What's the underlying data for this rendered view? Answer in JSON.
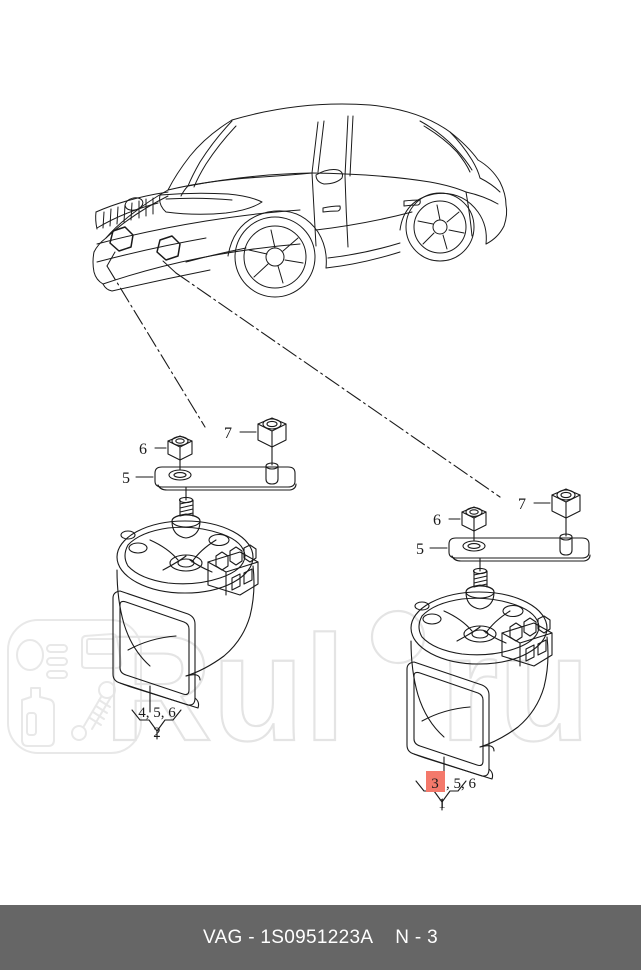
{
  "document": {
    "type": "automotive-parts-diagram",
    "subject": "Signal horn (dual-tone) front bumper mounting",
    "vehicle": "sedan"
  },
  "footer": {
    "brand": "VAG",
    "separator": "-",
    "part_number": "1S0951223A",
    "page_label": "N - 3",
    "full_text": "VAG - 1S0951223A",
    "background_color": "#666666",
    "text_color": "#ffffff"
  },
  "highlight": {
    "color": "#f4796b",
    "highlighted_item": "3"
  },
  "vehicle_view": {
    "name": "sedan-three-quarter-front-view",
    "markers": [
      {
        "id": "horn-location-left",
        "label": ""
      },
      {
        "id": "horn-location-right",
        "label": ""
      }
    ]
  },
  "assemblies": [
    {
      "id": "horn-assembly-left",
      "side": "left",
      "parts": [
        {
          "ref": "5",
          "name": "mounting-bracket"
        },
        {
          "ref": "6",
          "name": "hex-nut-small"
        },
        {
          "ref": "7",
          "name": "hex-nut-large"
        }
      ],
      "group_label": "4, 5, 6",
      "group_items": [
        "4",
        "5",
        "6"
      ],
      "assembly_ref": "2"
    },
    {
      "id": "horn-assembly-right",
      "side": "right",
      "parts": [
        {
          "ref": "5",
          "name": "mounting-bracket"
        },
        {
          "ref": "6",
          "name": "hex-nut-small"
        },
        {
          "ref": "7",
          "name": "hex-nut-large"
        }
      ],
      "group_label_parts": [
        "3",
        ", 5, 6"
      ],
      "group_label": "3, 5, 6",
      "group_items": [
        "3",
        "5",
        "6"
      ],
      "assembly_ref": "1"
    }
  ],
  "labels": {
    "left_bracket_5": "5",
    "left_nut_6": "6",
    "left_nut_7": "7",
    "right_bracket_5": "5",
    "right_nut_6": "6",
    "right_nut_7": "7",
    "left_group": "4, 5, 6",
    "left_assembly": "2",
    "right_group_highlighted": "3",
    "right_group_rest": ", 5, 6",
    "right_assembly": "1"
  },
  "watermark": {
    "text": "Rul",
    "text_tail": "ru",
    "color": "#e4e4e4",
    "logo_icons": [
      "headlight-icon",
      "car-door-icon",
      "oil-bottle-icon",
      "shock-absorber-icon"
    ]
  }
}
